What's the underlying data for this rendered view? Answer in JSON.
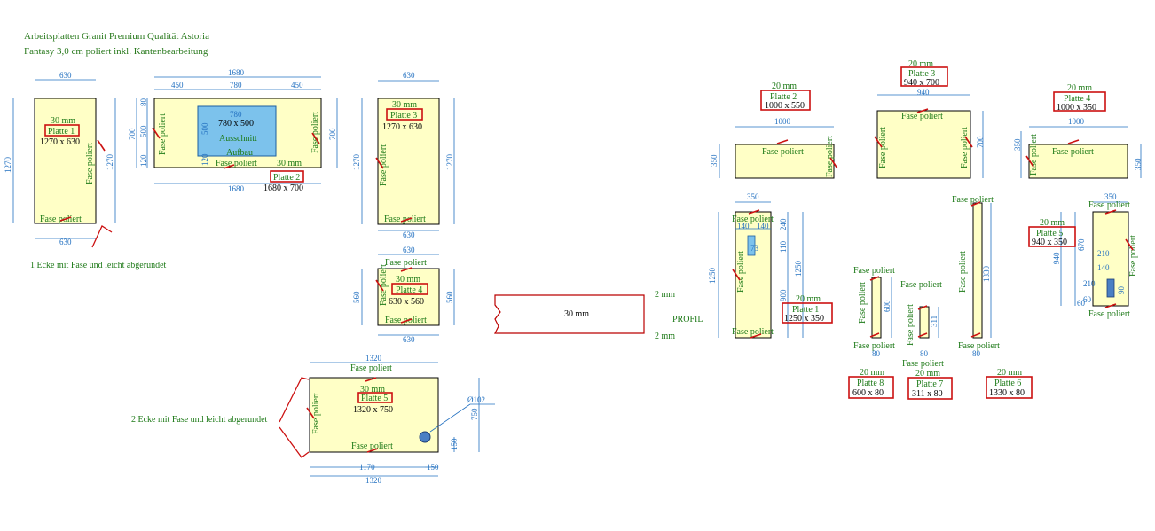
{
  "header": {
    "line1": "Arbeitsplatten Granit Premium Qualität Astoria",
    "line2": "Fantasy 3,0 cm poliert inkl. Kantenbearbeitung"
  },
  "common": {
    "fase": "Fase poliert",
    "mm20": "20 mm",
    "mm30": "30 mm"
  },
  "notes": {
    "ecke1": "1 Ecke mit Fase und leicht abgerundet",
    "ecke2": "2 Ecke mit Fase und leicht abgerundet"
  },
  "profile": {
    "label": "PROFIL",
    "thickness": "30 mm",
    "top": "2 mm",
    "bottom": "2 mm"
  },
  "cutout": {
    "dims": "780 x 500",
    "line1": "Ausschnitt",
    "line2": "Aufbau"
  },
  "hole": {
    "diameter": "Ø102"
  },
  "platten": [
    {
      "name": "Platte 1",
      "size": "1270 x 630"
    },
    {
      "name": "Platte 2",
      "size": "1680 x 700"
    },
    {
      "name": "Platte 3",
      "size": "1270 x 630"
    },
    {
      "name": "Platte 4",
      "size": "630 x 560"
    },
    {
      "name": "Platte 5",
      "size": "1320 x 750"
    }
  ],
  "platten20": [
    {
      "name": "Platte 1",
      "size": "1250 x 350"
    },
    {
      "name": "Platte 2",
      "size": "1000 x 550"
    },
    {
      "name": "Platte 3",
      "size": "940 x 700"
    },
    {
      "name": "Platte 4",
      "size": "1000 x 350"
    },
    {
      "name": "Platte 5",
      "size": "940 x 350"
    },
    {
      "name": "Platte 6",
      "size": "1330 x 80"
    },
    {
      "name": "Platte 7",
      "size": "311 x 80"
    },
    {
      "name": "Platte 8",
      "size": "600 x 80"
    }
  ],
  "dims": {
    "p1": {
      "top": "630",
      "bottom": "630",
      "left": "1270",
      "right": "1270"
    },
    "p2": {
      "top": "1680",
      "seg1": "450",
      "seg2": "780",
      "seg3": "450",
      "inner": "780",
      "left": "700",
      "l1": "80",
      "l2": "500",
      "l3": "120",
      "inner_v": "500",
      "inner_v2": "120",
      "right": "700",
      "bottom": "1680"
    },
    "p3": {
      "top": "630",
      "bottom": "630",
      "left": "1270",
      "right": "1270"
    },
    "p4": {
      "top": "630",
      "bottom": "630",
      "left": "560",
      "right": "560"
    },
    "p5": {
      "top": "1320",
      "bottom1": "1170",
      "bottom2": "150",
      "bottom": "1320",
      "right": "750",
      "hole_v": "150"
    },
    "q1": {
      "top": "350",
      "a": "140",
      "b": "140",
      "c": "73",
      "left": "1250",
      "r1": "240",
      "r2": "110",
      "r3": "900",
      "right": "1250"
    },
    "q2": {
      "top": "1000",
      "left": "350"
    },
    "q3": {
      "top": "940",
      "right": "700"
    },
    "q4": {
      "top": "1000",
      "left": "350",
      "right": "350"
    },
    "q5": {
      "top": "350",
      "left": "940",
      "r1": "670",
      "r2": "210",
      "r3": "140",
      "r4": "60",
      "r5": "210",
      "r6": "60",
      "inner": "90"
    },
    "q6": {
      "right": "1330",
      "bottom": "80"
    },
    "q7": {
      "right": "311",
      "bottom": "80"
    },
    "q8": {
      "right": "600",
      "bottom": "80"
    }
  }
}
